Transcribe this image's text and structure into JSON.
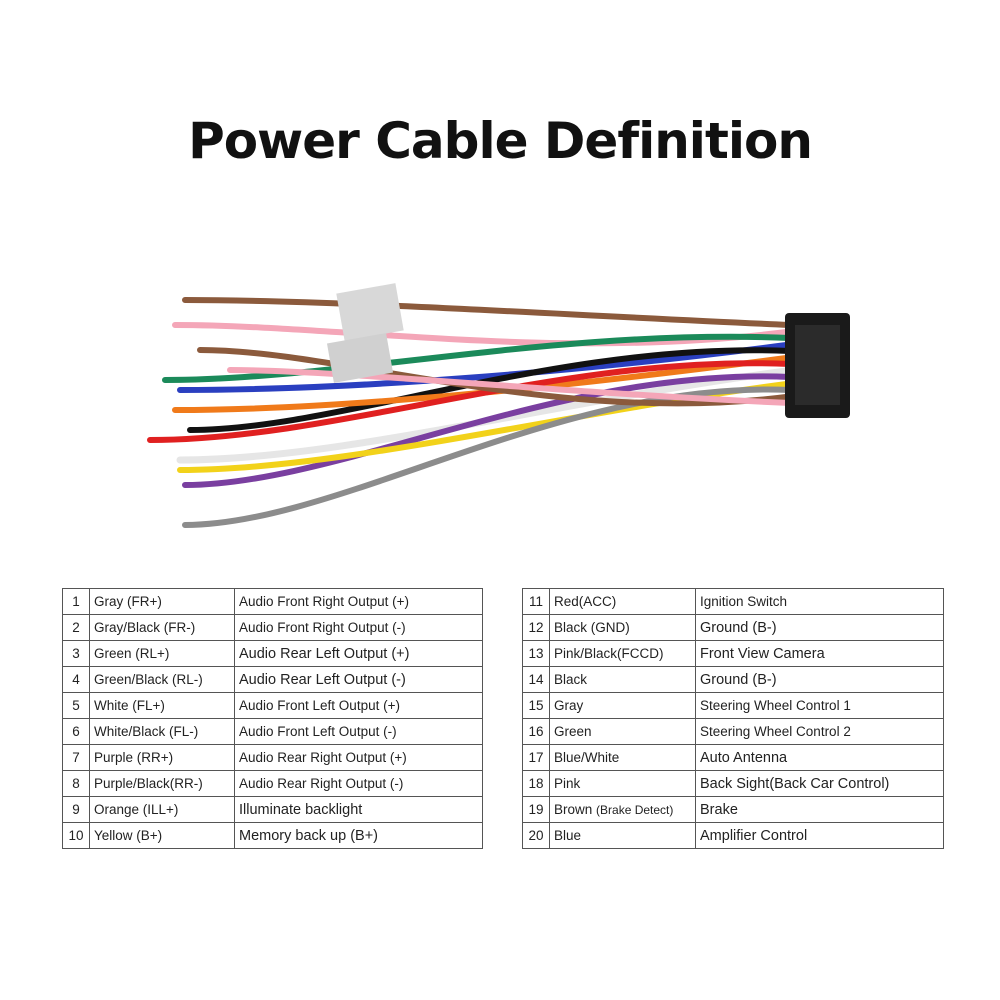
{
  "title": "Power Cable Definition",
  "left_table": [
    {
      "num": "1",
      "color": "Gray (FR+)",
      "function": "Audio Front Right Output (+)"
    },
    {
      "num": "2",
      "color": "Gray/Black (FR-)",
      "function": "Audio Front Right Output (-)"
    },
    {
      "num": "3",
      "color": "Green (RL+)",
      "function": "Audio Rear Left Output (+)"
    },
    {
      "num": "4",
      "color": "Green/Black (RL-)",
      "function": "Audio Rear Left Output (-)"
    },
    {
      "num": "5",
      "color": "White (FL+)",
      "function": "Audio Front Left Output (+)"
    },
    {
      "num": "6",
      "color": "White/Black (FL-)",
      "function": "Audio Front Left Output (-)"
    },
    {
      "num": "7",
      "color": "Purple (RR+)",
      "function": "Audio Rear Right Output (+)"
    },
    {
      "num": "8",
      "color": "Purple/Black(RR-)",
      "function": "Audio Rear Right Output (-)"
    },
    {
      "num": "9",
      "color": "Orange (ILL+)",
      "function": "Illuminate backlight"
    },
    {
      "num": "10",
      "color": "Yellow (B+)",
      "function": "Memory back up (B+)"
    }
  ],
  "right_table": [
    {
      "num": "11",
      "color": "Red(ACC)",
      "function": "Ignition Switch"
    },
    {
      "num": "12",
      "color": "Black (GND)",
      "function": "Ground (B-)"
    },
    {
      "num": "13",
      "color": "Pink/Black(FCCD)",
      "function": "Front View Camera"
    },
    {
      "num": "14",
      "color": "Black",
      "function": "Ground (B-)"
    },
    {
      "num": "15",
      "color": "Gray",
      "function": "Steering Wheel Control 1"
    },
    {
      "num": "16",
      "color": "Green",
      "function": "Steering Wheel Control 2"
    },
    {
      "num": "17",
      "color": "Blue/White",
      "function": "Auto Antenna"
    },
    {
      "num": "18",
      "color": "Pink",
      "function": "Back Sight(Back Car Control)"
    },
    {
      "num": "19",
      "color": "Brown",
      "color_note": "(Brake Detect)",
      "function": "Brake"
    },
    {
      "num": "20",
      "color": "Blue",
      "function": "Amplifier Control"
    }
  ],
  "wire_colors": [
    "#8b5a3c",
    "#f4a6b8",
    "#1b8a5a",
    "#2a3fc0",
    "#111111",
    "#f07a1a",
    "#e02020",
    "#f5f5f5",
    "#7a3fa0",
    "#f2d21a",
    "#8c8c8c"
  ]
}
